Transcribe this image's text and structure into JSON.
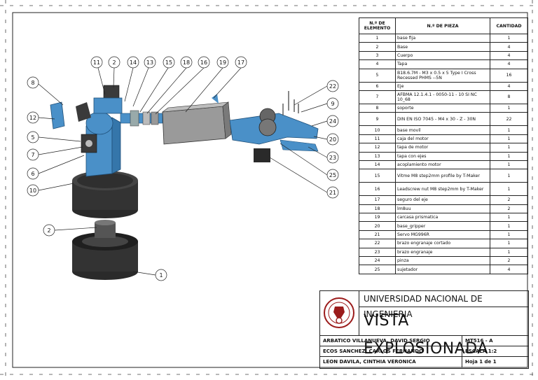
{
  "bom": {
    "headers": {
      "element": "N.º DE ELEMENTO",
      "piece": "N.º DE PIEZA",
      "qty": "CANTIDAD"
    },
    "rows": [
      {
        "n": "1",
        "piece": "base fija",
        "qty": "1"
      },
      {
        "n": "2",
        "piece": "Base",
        "qty": "4"
      },
      {
        "n": "3",
        "piece": "Cuerpo",
        "qty": "4"
      },
      {
        "n": "4",
        "piece": "Tapa",
        "qty": "4"
      },
      {
        "n": "5",
        "piece": "B18.6.7M - M3 x 0.5 x 5 Type I Cross Recessed PHMS --5N",
        "qty": "16"
      },
      {
        "n": "6",
        "piece": "Eje",
        "qty": "4"
      },
      {
        "n": "7",
        "piece": "AFBMA 12.1.4.1 - 0050-11 - 10 SI NC 10_68",
        "qty": "8"
      },
      {
        "n": "8",
        "piece": "soporte",
        "qty": "1"
      },
      {
        "n": "9",
        "piece": "DIN EN ISO 7045 - M4 x 30 - Z - 30N",
        "qty": "22"
      },
      {
        "n": "10",
        "piece": "base movil",
        "qty": "1"
      },
      {
        "n": "11",
        "piece": "caja del motor",
        "qty": "1"
      },
      {
        "n": "12",
        "piece": "tapa de motor",
        "qty": "1"
      },
      {
        "n": "13",
        "piece": "tapa con ejes",
        "qty": "1"
      },
      {
        "n": "14",
        "piece": "acoplamiento motor",
        "qty": "1"
      },
      {
        "n": "15",
        "piece": "Vitme M8 step2mm profile by T-Maker",
        "qty": "1"
      },
      {
        "n": "16",
        "piece": "Leadscrew nut M8 step2mm by T-Maker",
        "qty": "1"
      },
      {
        "n": "17",
        "piece": "seguro del eje",
        "qty": "2"
      },
      {
        "n": "18",
        "piece": "lm8uu",
        "qty": "2"
      },
      {
        "n": "19",
        "piece": "carcasa prismatica",
        "qty": "1"
      },
      {
        "n": "20",
        "piece": "base_gripper",
        "qty": "1"
      },
      {
        "n": "21",
        "piece": "Servo MG996R",
        "qty": "1"
      },
      {
        "n": "22",
        "piece": "brazo engranaje cortado",
        "qty": "1"
      },
      {
        "n": "23",
        "piece": "brazo engranaje",
        "qty": "1"
      },
      {
        "n": "24",
        "piece": "pinza",
        "qty": "2"
      },
      {
        "n": "25",
        "piece": "sujetador",
        "qty": "4"
      }
    ]
  },
  "title_block": {
    "university": "UNIVERSIDAD NACIONAL DE INGENIERIA",
    "title": "VISTA EXPLOSIONADA",
    "authors": [
      "ARBATICO VILLANUEVA, DAVID SERGIO",
      "ECOS SANCHEZ, CARLOS FERNANDO",
      "LEON DAVILA, CINTHIA VERONICA"
    ],
    "code": "MT516 - A",
    "scale": "ESCALA 1:2",
    "sheet": "Hoja 1 de 1"
  },
  "balloons": [
    "11",
    "2",
    "14",
    "13",
    "15",
    "18",
    "16",
    "19",
    "17",
    "8",
    "12",
    "5",
    "7",
    "6",
    "10",
    "2",
    "1",
    "22",
    "9",
    "24",
    "20",
    "23",
    "25",
    "21"
  ],
  "colors": {
    "part_blue": "#4a90c8",
    "motor_gray": "#3a3a3a",
    "base_dark": "#2e2e2e",
    "line": "#222222"
  }
}
